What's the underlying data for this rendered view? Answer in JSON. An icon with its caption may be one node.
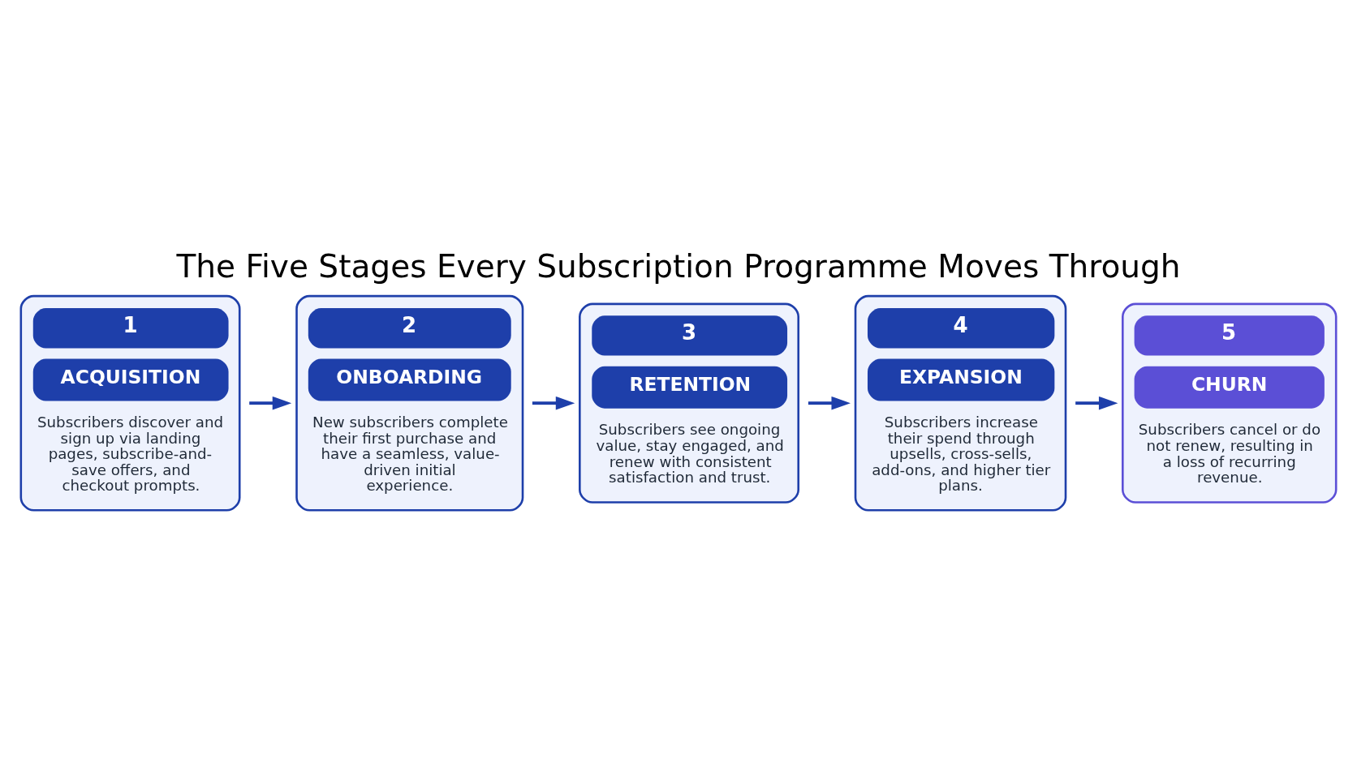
{
  "diagram": {
    "title": "The Five Stages Every Subscription Programme Moves Through",
    "nodes": [
      {
        "text": [
          "1",
          "ACQUISITION",
          "Subscribers discover and sign up via landing pages, subscribe-and-save offers, and checkout prompts."
        ]
      },
      {
        "text": [
          "2",
          "ONBOARDING",
          "New subscribers complete their first purchase and have a seamless, value-driven initial experience."
        ]
      },
      {
        "text": [
          "3",
          "RETENTION",
          "Subscribers see ongoing value, stay engaged, and renew with consistent satisfaction and trust."
        ]
      },
      {
        "text": [
          "4",
          "EXPANSION",
          "Subscribers increase their spend through upsells, cross-sells, add-ons, and higher tier plans."
        ]
      },
      {
        "text": [
          "5",
          "CHURN",
          "Subscribers cancel or do not renew, resulting in a loss of recurring revenue."
        ]
      }
    ],
    "edges": [
      {
        "from": 0,
        "to": 1,
        "arrow": "to"
      },
      {
        "from": 1,
        "to": 2,
        "arrow": "to"
      },
      {
        "from": 2,
        "to": 3,
        "arrow": "to"
      },
      {
        "from": 3,
        "to": 4,
        "arrow": "to"
      }
    ]
  }
}
